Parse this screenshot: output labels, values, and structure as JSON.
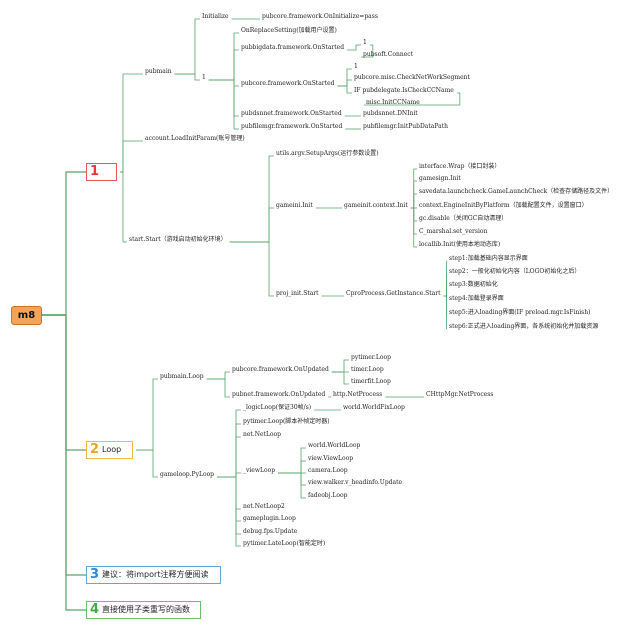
{
  "colors": {
    "line_green": "#58a46a",
    "root_fill": "#f3a35a",
    "box1_border": "#e05a5a",
    "num1": "#e53935",
    "box2_border": "#f1b84b",
    "num2": "#f2a51c",
    "box3_border": "#5fa8d8",
    "num3": "#2a8ad6",
    "box4_border": "#6cc06c",
    "num4": "#3fae3f"
  },
  "root": {
    "label": "m8"
  },
  "main": [
    {
      "num": "1",
      "label": "",
      "tail": "",
      "text_color": "#e53935",
      "border": "#e05a5a"
    },
    {
      "num": "2",
      "label": "Loop",
      "tail": "",
      "text_color": "#f2a51c",
      "border": "#f1b84b"
    },
    {
      "num": "3",
      "label": "建议：将import注释方便阅读",
      "tail": "",
      "text_color": "#2a8ad6",
      "border": "#5fa8d8"
    },
    {
      "num": "4",
      "label": "直接使用子类重写的函数",
      "tail": "",
      "text_color": "#3fae3f",
      "border": "#6cc06c"
    }
  ],
  "nodes": {
    "n1": "pubmain",
    "n2": "Initialize",
    "n3": "pubcore.framework.OnInitialize=pass",
    "n4": "1",
    "n5": "OnReplaceSetting(加载用户设置)",
    "n6": "pubbigdata.framework.OnStarted",
    "n7": "1",
    "n8": "pubsoft.Connect",
    "n9": "pubcore.framework.OnStarted",
    "n10": "1",
    "n11": "pubcore.misc.CheckNetWorkSegment",
    "n12": "IF pubdelegate.IsCheckCCName",
    "n13": "misc.InitCCName",
    "n14": "pubdsnnet.framework.OnStarted",
    "n15": "pubdsnnet.DNInit",
    "n16": "pubfilemgr.framework.OnStarted",
    "n17": "pubfilemgr.InitPubDataPath",
    "n18": "account.LoadInitParam(账号管理)",
    "n19": "start.Start（游戏启动初始化环境）",
    "n20": "utils.argv.SetupArgs(运行参数设置)",
    "n21": "gameini.Init",
    "n22": "gameinit.context.Init",
    "n23": "interface.Wrap（接口封装）",
    "n24": "gamesign.Init",
    "n25": "savedata.launchcheck.GameLaunchCheck（检查存储路径及文件）",
    "n26": "context.EngineInitByPlatform（加载配置文件，设置窗口）",
    "n27": "gc.disable（关闭GC自动清理）",
    "n28": "C_marshal.set_version",
    "n29": "locallib.Init(使用本地动态库)",
    "n30": "proj_init.Start",
    "n31": "CproProcess.GetInstance.Start",
    "n32": "step1:加载基础内容显示界面",
    "n33": "step2：一般化初始化内容（LOGO初始化之后）",
    "n34": "step3:数据初始化",
    "n35": "step4:加载登录界面",
    "n36": "step5:进入loading界面(IF preload.mgr.IsFinish)",
    "n37": "step6:正式进入loading界面，各系统初始化并加载资源",
    "n38": "pubmain.Loop",
    "n39": "pubcore.framework.OnUpdated",
    "n40": "pytimer.Loop",
    "n41": "timer.Loop",
    "n42": "timerfit.Loop",
    "n43": "pubnet.framework.OnUpdated",
    "n44": "http.NetProcess",
    "n45": "CHttpMgr.NetProcess",
    "n46": "gameloop.PyLoop",
    "n47": "_logicLoop(保证30帧/s)",
    "n48": "world.WorldFixLoop",
    "n49": "pytimer.Loop(脚本补帧定时器)",
    "n50": "net.NetLoop",
    "n51": "_viewLoop",
    "n52": "world.WorldLoop",
    "n53": "view.ViewLoop",
    "n54": "camera.Loop",
    "n55": "view.walker.v_headinfo.Update",
    "n56": "fadeobj.Loop",
    "n57": "net.NetLoop2",
    "n58": "gameplugin.Loop",
    "n59": "debug.fps.Update",
    "n60": "pytimer.LateLoop(智能定时)"
  }
}
